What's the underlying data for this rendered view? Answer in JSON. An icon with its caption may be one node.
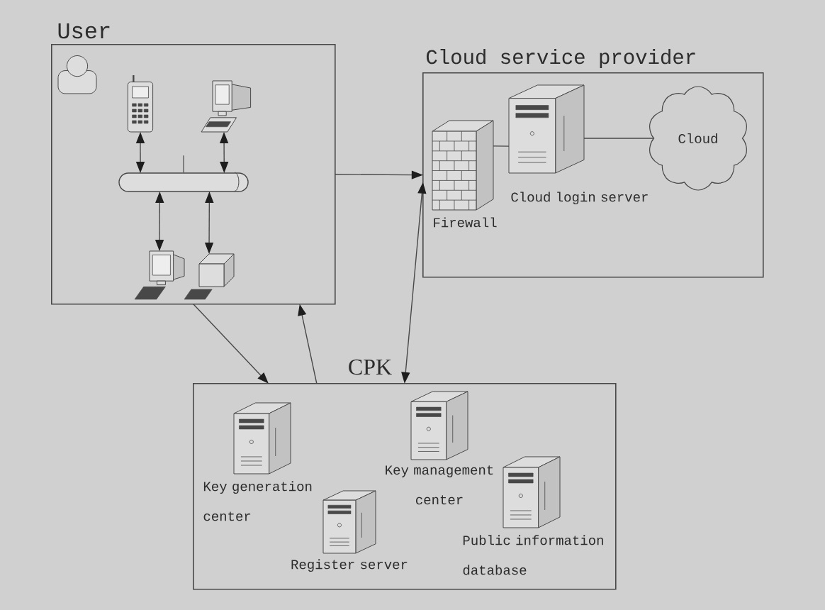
{
  "diagram": {
    "nodes": [
      {
        "text": [
          "User"
        ]
      },
      {
        "text": [],
        "shape": "picture",
        "in": 0
      },
      {
        "text": [],
        "shape": "picture",
        "in": 0
      },
      {
        "text": [],
        "shape": "cylinder",
        "in": 0
      },
      {
        "text": [],
        "shape": "picture",
        "in": 0
      },
      {
        "text": [],
        "shape": "picture",
        "in": 0
      },
      {
        "text": [
          "Cloud service provider"
        ]
      },
      {
        "text": [
          "Firewall"
        ],
        "in": 6
      },
      {
        "text": [
          "Cloud login server"
        ],
        "in": 6
      },
      {
        "text": [
          "Cloud"
        ],
        "in": 6
      },
      {
        "text": [
          "CPK"
        ]
      },
      {
        "text": [
          "Key generation center"
        ],
        "in": 10
      },
      {
        "text": [
          "Key management center"
        ],
        "in": 10
      },
      {
        "text": [
          "Register server"
        ],
        "in": 10
      },
      {
        "text": [
          "Public information database"
        ],
        "in": 10
      }
    ],
    "edges": [
      {
        "from": 1,
        "to": 3,
        "arrow": "both"
      },
      {
        "from": 2,
        "to": 3,
        "arrow": "both"
      },
      {
        "from": 3,
        "to": 4,
        "arrow": "both"
      },
      {
        "from": 3,
        "to": 5,
        "arrow": "both"
      },
      {
        "from": 0,
        "to": 6,
        "arrow": "to"
      },
      {
        "from": 7,
        "to": 8,
        "arrow": "none"
      },
      {
        "from": 8,
        "to": 9,
        "arrow": "none"
      },
      {
        "from": 6,
        "to": 10,
        "arrow": "both"
      },
      {
        "from": 0,
        "to": 10,
        "arrow": "to"
      },
      {
        "from": 10,
        "to": 0,
        "arrow": "to"
      }
    ]
  }
}
